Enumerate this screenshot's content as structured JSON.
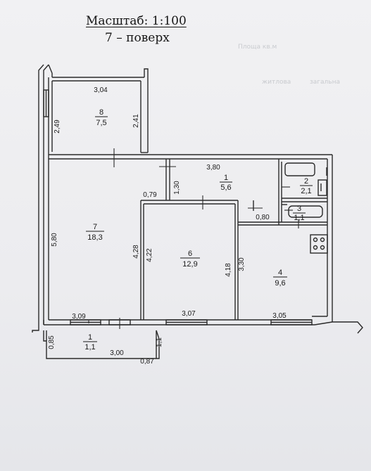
{
  "header": {
    "scale": "Масштаб: 1:100",
    "floor": "7 – поверх"
  },
  "rooms": [
    {
      "id": "8",
      "area": "7,5"
    },
    {
      "id": "7",
      "area": "18,3"
    },
    {
      "id": "1",
      "area": "5,6"
    },
    {
      "id": "2",
      "area": "2,1"
    },
    {
      "id": "3",
      "area": "1,1"
    },
    {
      "id": "6",
      "area": "12,9"
    },
    {
      "id": "4",
      "area": "9,6"
    },
    {
      "id": "1",
      "area": "1,1"
    }
  ],
  "dimensions": {
    "room8_width": "3,04",
    "room8_left": "2,49",
    "room8_right": "2,41",
    "hall_width": "3,80",
    "hall_stub": "1,30",
    "door_gap": "0,79",
    "bath_gap": "0,80",
    "room7_height": "5,80",
    "room6_left_outer": "4,28",
    "room6_left_inner": "4,22",
    "room6_right": "4,18",
    "kitchen_height": "3,30",
    "room7_bottom": "3,09",
    "room6_bottom": "3,07",
    "kitchen_bottom": "3,05",
    "balcony_width": "3,00",
    "balcony_depth": "0,85",
    "balcony_side": "1,1",
    "balcony_end": "0,87"
  },
  "background_text": [
    "Площа кв.м",
    "житлова",
    "загальна"
  ]
}
